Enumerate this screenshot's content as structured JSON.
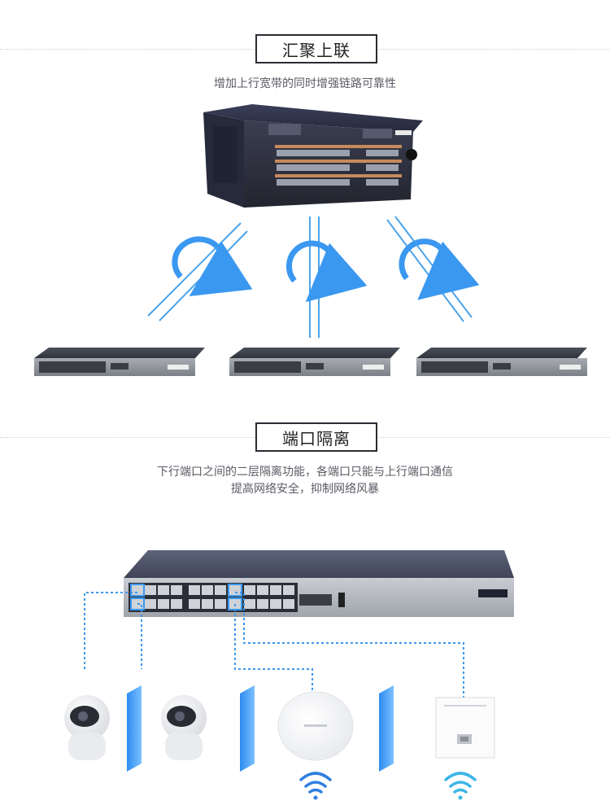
{
  "section1": {
    "title": "汇聚上联",
    "subtitle": "增加上行宽带的同时增强链路可靠性"
  },
  "section2": {
    "title": "端口隔离",
    "subtitle_line1": "下行端口之间的二层隔离功能，各端口只能与上行端口通信",
    "subtitle_line2": "提高网络安全，抑制网络风暴"
  },
  "colors": {
    "accent_blue": "#3a98f0",
    "link_blue": "#4aa3ea",
    "dark_chassis": "#2e3247",
    "switch_grey": "#8a8f96"
  },
  "icons": [
    "rotation-arrow-icon",
    "wifi-signal-icon",
    "camera-lens-icon"
  ]
}
